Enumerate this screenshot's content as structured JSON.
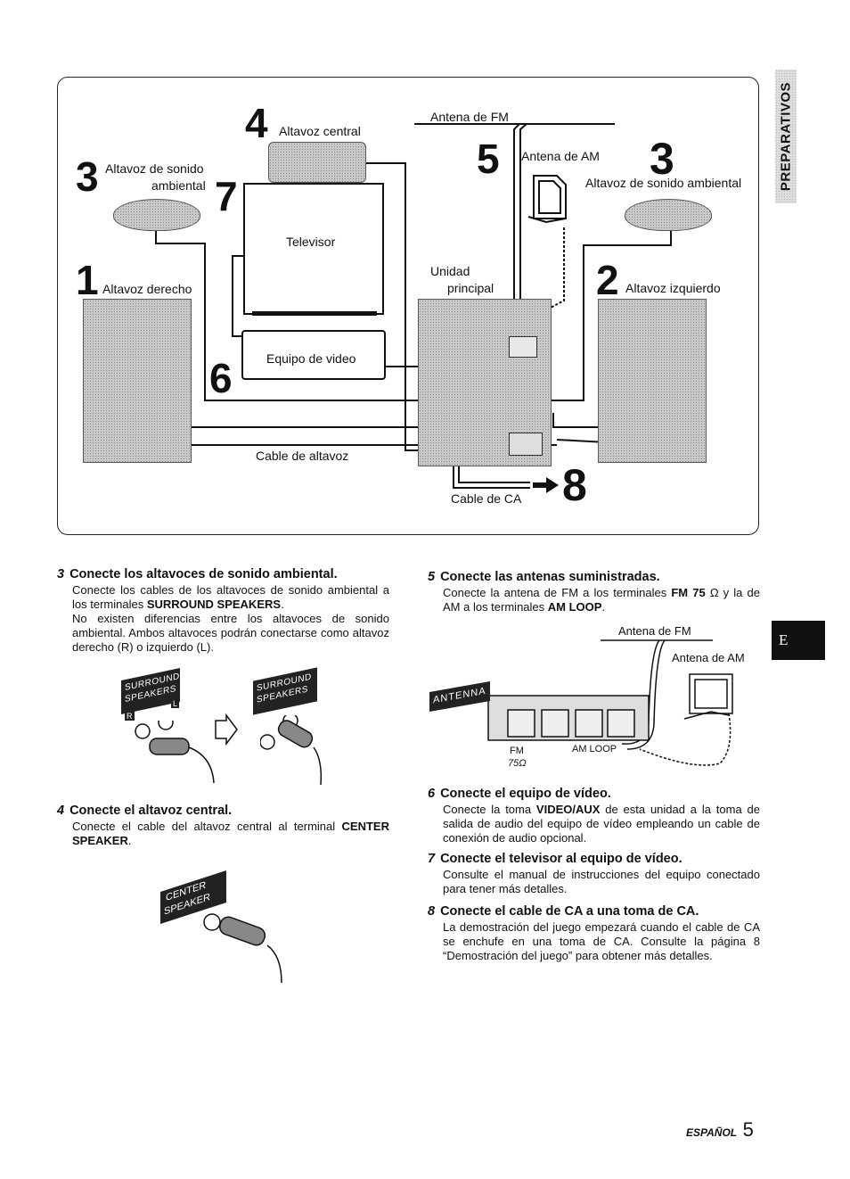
{
  "side_tab": {
    "label": "PREPARATIVOS",
    "letter": "E"
  },
  "diagram": {
    "labels": {
      "fm_antenna": "Antena de FM",
      "am_antenna": "Antena de AM",
      "center_speaker": "Altavoz central",
      "surround_left_line1": "Altavoz de sonido",
      "surround_left_line2": "ambiental",
      "surround_right": "Altavoz de sonido ambiental",
      "tv": "Televisor",
      "right_speaker": "Altavoz derecho",
      "left_speaker": "Altavoz izquierdo",
      "main_unit_line1": "Unidad",
      "main_unit_line2": "principal",
      "video": "Equipo de video",
      "speaker_cable": "Cable de altavoz",
      "ac_cable": "Cable de CA"
    },
    "numbers": {
      "n1": "1",
      "n2": "2",
      "n3a": "3",
      "n3b": "3",
      "n4": "4",
      "n5": "5",
      "n6": "6",
      "n7": "7",
      "n8": "8"
    }
  },
  "sections": {
    "s3": {
      "num": "3",
      "title": "Conecte los altavoces de sonido ambiental.",
      "p1_a": "Conecte los cables de los altavoces de sonido ambiental a los terminales ",
      "p1_b": "SURROUND SPEAKERS",
      "p1_c": ".",
      "p2": "No existen diferencias entre los altavoces de sonido ambiental. Ambos altavoces podrán conectarse como altavoz derecho (R) o izquierdo (L).",
      "panel_line1": "SURROUND",
      "panel_line2": "SPEAKERS",
      "r": "R",
      "l": "L"
    },
    "s4": {
      "num": "4",
      "title": "Conecte el altavoz central.",
      "p_a": "Conecte el cable del altavoz central al terminal ",
      "p_b": "CENTER SPEAKER",
      "p_c": ".",
      "panel_line1": "CENTER",
      "panel_line2": "SPEAKER"
    },
    "s5": {
      "num": "5",
      "title": "Conecte las antenas suministradas.",
      "p_a": "Conecte la antena de FM a los terminales ",
      "p_b": "FM 75",
      "p_c": " Ω y la de AM a los terminales ",
      "p_d": "AM LOOP",
      "p_e": ".",
      "illus_fm": "Antena de FM",
      "illus_am": "Antena de AM",
      "illus_panel": "ANTENNA",
      "illus_fm75a": "FM",
      "illus_fm75b": "75Ω",
      "illus_am_loop": "AM LOOP"
    },
    "s6": {
      "num": "6",
      "title": "Conecte el equipo de vídeo.",
      "p_a": "Conecte la toma ",
      "p_b": "VIDEO/AUX",
      "p_c": " de esta unidad a la toma de salida de audio del equipo de vídeo empleando un cable de conexión de audio opcional."
    },
    "s7": {
      "num": "7",
      "title": "Conecte el televisor al equipo de vídeo.",
      "p": "Consulte el manual de instrucciones del equipo conectado para tener más detalles."
    },
    "s8": {
      "num": "8",
      "title": "Conecte el cable de CA a una toma de CA.",
      "p": "La demostración del juego empezará cuando el cable de CA se enchufe en una toma de CA. Consulte la página 8 “Demostración del juego” para obtener más detalles."
    }
  },
  "footer": {
    "lang": "ESPAÑOL",
    "page": "5"
  }
}
